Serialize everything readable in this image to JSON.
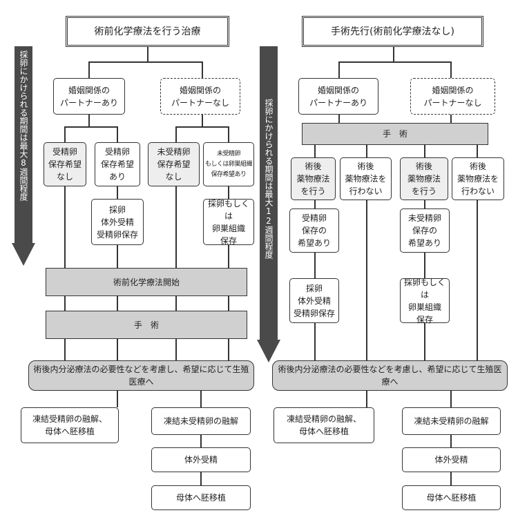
{
  "left": {
    "title": "術前化学療法を行う治療",
    "arrow_label": "採卵にかけられる期間は最大8週間程度",
    "partner_yes": "婚姻関係の\nパートナーあり",
    "partner_no": "婚姻関係の\nパートナーなし",
    "c1": "受精卵\n保存希望\nなし",
    "c2": "受精卵\n保存希望\nあり",
    "c3": "未受精卵\n保存希望\nなし",
    "c4": "未受精卵\nもしくは卵巣組織\n保存希望あり",
    "d2": "採卵\n体外受精\n受精卵保存",
    "d4": "採卵もしくは\n卵巣組織\n保存",
    "chemo": "術前化学療法開始",
    "surgery": "手　術",
    "endo": "術後内分泌療法の必要性などを考慮し、希望に応じて生殖医療へ",
    "f1": "凍結受精卵の融解、\n母体へ胚移植",
    "f2": "凍結未受精卵の融解",
    "f3": "体外受精",
    "f4": "母体へ胚移植"
  },
  "right": {
    "title": "手術先行(術前化学療法なし)",
    "arrow_label": "採卵にかけられる期間は最大12週間程度",
    "partner_yes": "婚姻関係の\nパートナーあり",
    "partner_no": "婚姻関係の\nパートナーなし",
    "surgery": "手　術",
    "c1": "術後\n薬物療法\nを行う",
    "c2": "術後\n薬物療法を\n行わない",
    "c3": "術後\n薬物療法\nを行う",
    "c4": "術後\n薬物療法を\n行わない",
    "d1": "受精卵\n保存の\n希望あり",
    "d3": "未受精卵\n保存の\n希望あり",
    "e1": "採卵\n体外受精\n受精卵保存",
    "e3": "採卵もしくは\n卵巣組織\n保存",
    "endo": "術後内分泌療法の必要性などを考慮し、希望に応じて生殖医療へ",
    "f1": "凍結受精卵の融解、\n母体へ胚移植",
    "f2": "凍結未受精卵の融解",
    "f3": "体外受精",
    "f4": "母体へ胚移植"
  }
}
